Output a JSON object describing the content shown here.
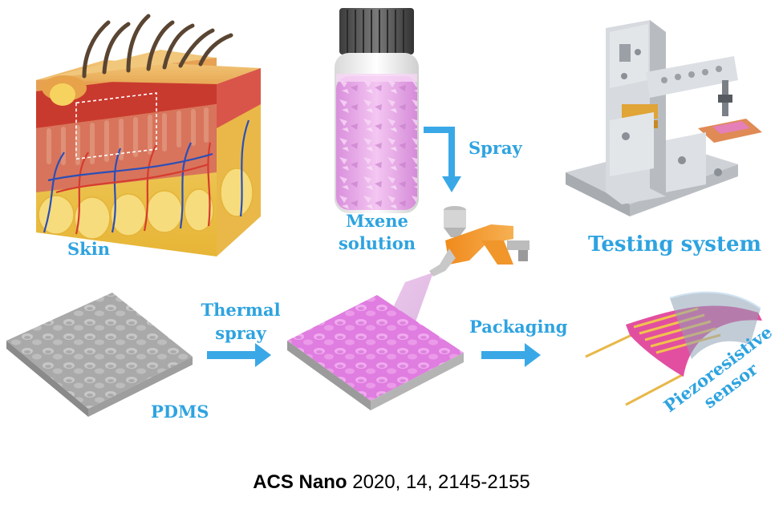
{
  "labels": {
    "skin": "Skin",
    "mxene_line1": "Mxene",
    "mxene_line2": "solution",
    "spray": "Spray",
    "testing_system": "Testing system",
    "thermal_line1": "Thermal",
    "thermal_line2": "spray",
    "packaging": "Packaging",
    "pdms": "PDMS",
    "sensor_line1": "Piezoresistive",
    "sensor_line2": "sensor"
  },
  "citation": {
    "journal": "ACS Nano",
    "details": " 2020, 14, 2145-2155"
  },
  "colors": {
    "label": "#2ea3e0",
    "arrow": "#3aa8e6",
    "mxene_pink": "#e78de6",
    "pdms_gray": "#9a9a9a",
    "gold": "#e8b84a"
  }
}
